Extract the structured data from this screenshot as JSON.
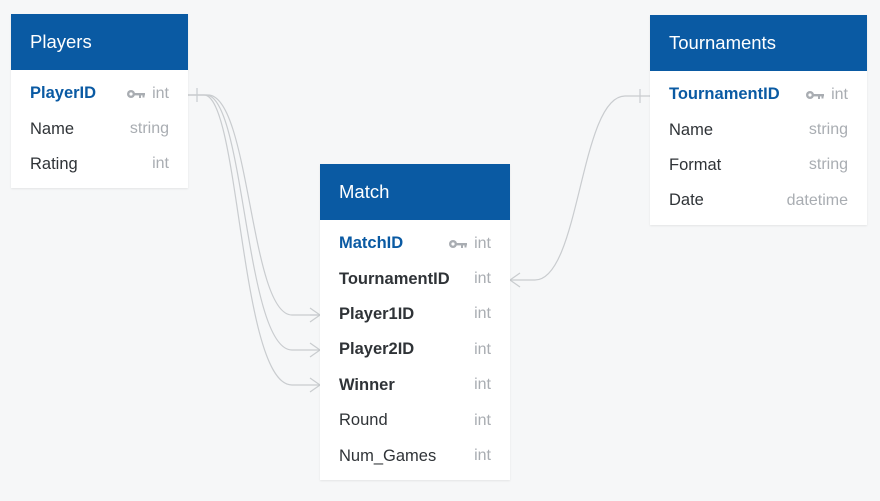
{
  "colors": {
    "header": "#0a5aa3",
    "primary_key": "#0a5aa3",
    "type_text": "#a9adb2",
    "connector": "#c9cccf",
    "background": "#f6f7f8"
  },
  "tables": {
    "players": {
      "title": "Players",
      "fields": [
        {
          "name": "PlayerID",
          "type": "int",
          "key_icon": "key-icon"
        },
        {
          "name": "Name",
          "type": "string"
        },
        {
          "name": "Rating",
          "type": "int"
        }
      ]
    },
    "tournaments": {
      "title": "Tournaments",
      "fields": [
        {
          "name": "TournamentID",
          "type": "int",
          "key_icon": "key-icon"
        },
        {
          "name": "Name",
          "type": "string"
        },
        {
          "name": "Format",
          "type": "string"
        },
        {
          "name": "Date",
          "type": "datetime"
        }
      ]
    },
    "match": {
      "title": "Match",
      "fields": [
        {
          "name": "MatchID",
          "type": "int",
          "key_icon": "key-icon"
        },
        {
          "name": "TournamentID",
          "type": "int"
        },
        {
          "name": "Player1ID",
          "type": "int"
        },
        {
          "name": "Player2ID",
          "type": "int"
        },
        {
          "name": "Winner",
          "type": "int"
        },
        {
          "name": "Round",
          "type": "int"
        },
        {
          "name": "Num_Games",
          "type": "int"
        }
      ]
    }
  },
  "relationships": [
    {
      "from": "Players.PlayerID",
      "to": "Match.Player1ID",
      "cardinality": "one-to-many"
    },
    {
      "from": "Players.PlayerID",
      "to": "Match.Player2ID",
      "cardinality": "one-to-many"
    },
    {
      "from": "Players.PlayerID",
      "to": "Match.Winner",
      "cardinality": "one-to-many"
    },
    {
      "from": "Tournaments.TournamentID",
      "to": "Match.TournamentID",
      "cardinality": "one-to-many"
    }
  ]
}
